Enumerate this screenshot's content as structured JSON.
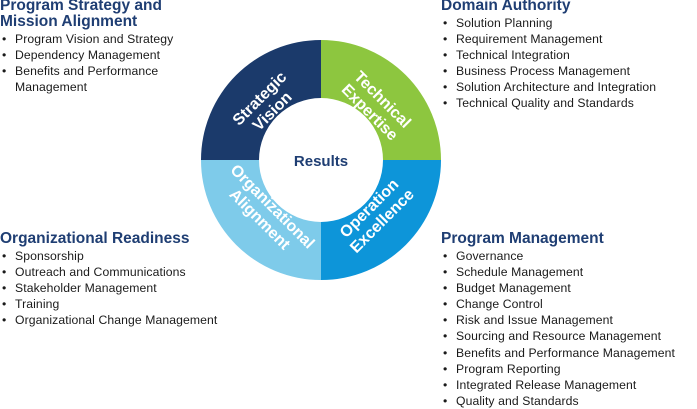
{
  "center": "Results",
  "segments": {
    "strategic": {
      "line1": "Strategic",
      "line2": "Vision",
      "color": "#1b3a6b"
    },
    "technical": {
      "line1": "Technical",
      "line2": "Expertise",
      "color": "#8dc63f"
    },
    "operation": {
      "line1": "Operation",
      "line2": "Excellence",
      "color": "#0d95d9"
    },
    "organizational": {
      "line1": "Organizational",
      "line2": "Alignment",
      "color": "#7ecbea"
    }
  },
  "blocks": {
    "program_strategy": {
      "title_line1": "Program Strategy and",
      "title_line2": "Mission Alignment",
      "items": [
        "Program Vision and Strategy",
        "Dependency Management",
        "Benefits and Performance",
        "Management"
      ]
    },
    "domain_authority": {
      "title": "Domain Authority",
      "items": [
        "Solution Planning",
        "Requirement Management",
        "Technical Integration",
        "Business Process Management",
        "Solution Architecture and Integration",
        "Technical Quality and Standards"
      ]
    },
    "organizational_readiness": {
      "title": "Organizational Readiness",
      "items": [
        "Sponsorship",
        "Outreach and Communications",
        "Stakeholder Management",
        "Training",
        "Organizational Change Management"
      ]
    },
    "program_management": {
      "title": "Program Management",
      "items": [
        "Governance",
        "Schedule Management",
        "Budget Management",
        "Change Control",
        "Risk and Issue Management",
        "Sourcing and Resource Management",
        "Benefits and Performance Management",
        "Program Reporting",
        "Integrated Release Management",
        "Quality and Standards"
      ]
    }
  }
}
